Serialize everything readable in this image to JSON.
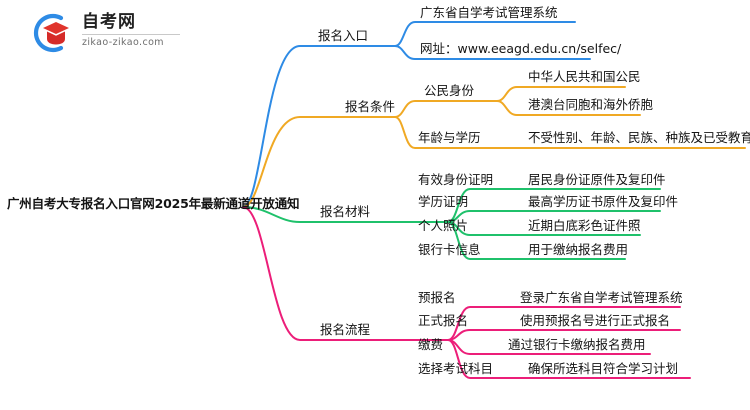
{
  "logo": {
    "name": "自考网",
    "domain": "zikao-zikao.com",
    "mark_icon": "graduation-cap-icon",
    "arc_color": "#2E8BE5",
    "cap_color": "#E0342C"
  },
  "mindmap": {
    "root": {
      "label": "广州自考大专报名入口官网2025年最新通道开放通知"
    },
    "colors": {
      "blue": "#2E8BE5",
      "orange": "#F0A924",
      "green": "#1FC16B",
      "pink": "#EC1E79"
    },
    "branches": [
      {
        "label": "报名入口",
        "color": "#2E8BE5",
        "children": [
          {
            "label": "广东省自学考试管理系统",
            "children": []
          },
          {
            "label": "网址：www.eeagd.edu.cn/selfec/",
            "children": []
          }
        ]
      },
      {
        "label": "报名条件",
        "color": "#F0A924",
        "children": [
          {
            "label": "公民身份",
            "children": [
              {
                "label": "中华人民共和国公民"
              },
              {
                "label": "港澳台同胞和海外侨胞"
              }
            ]
          },
          {
            "label": "年龄与学历",
            "children": [
              {
                "label": "不受性别、年龄、民族、种族及已受教育程度限制"
              }
            ]
          }
        ]
      },
      {
        "label": "报名材料",
        "color": "#1FC16B",
        "children": [
          {
            "label": "有效身份证明",
            "children": [
              {
                "label": "居民身份证原件及复印件"
              }
            ]
          },
          {
            "label": "学历证明",
            "children": [
              {
                "label": "最高学历证书原件及复印件"
              }
            ]
          },
          {
            "label": "个人照片",
            "children": [
              {
                "label": "近期白底彩色证件照"
              }
            ]
          },
          {
            "label": "银行卡信息",
            "children": [
              {
                "label": "用于缴纳报名费用"
              }
            ]
          }
        ]
      },
      {
        "label": "报名流程",
        "color": "#EC1E79",
        "children": [
          {
            "label": "预报名",
            "children": [
              {
                "label": "登录广东省自学考试管理系统"
              }
            ]
          },
          {
            "label": "正式报名",
            "children": [
              {
                "label": "使用预报名号进行正式报名"
              }
            ]
          },
          {
            "label": "缴费",
            "children": [
              {
                "label": "通过银行卡缴纳报名费用"
              }
            ]
          },
          {
            "label": "选择考试科目",
            "children": [
              {
                "label": "确保所选科目符合学习计划"
              }
            ]
          }
        ]
      }
    ]
  }
}
